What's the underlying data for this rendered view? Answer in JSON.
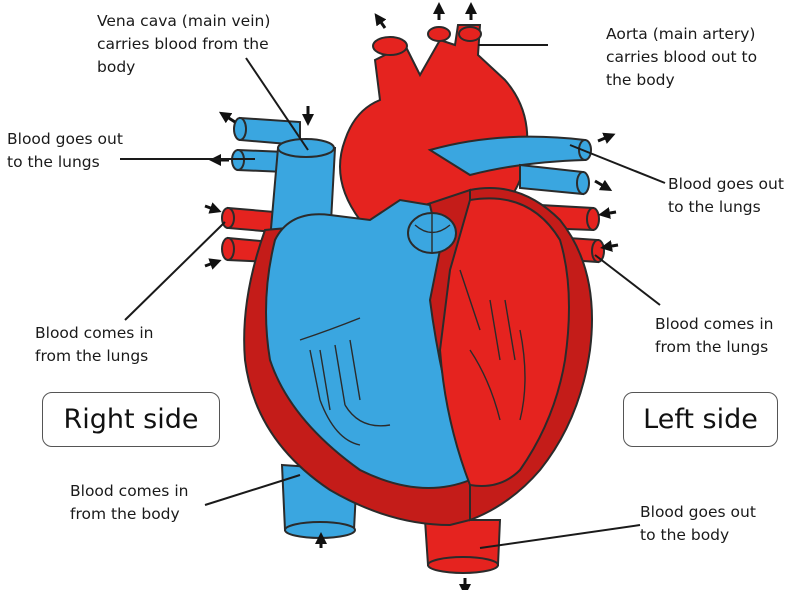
{
  "labels": {
    "vena_cava": [
      "Vena cava (main vein)",
      "carries blood from the",
      "body"
    ],
    "aorta": [
      "Aorta (main artery)",
      "carries blood out to",
      "the body"
    ],
    "lungs_out_left": [
      "Blood goes out",
      "to the lungs"
    ],
    "lungs_out_right": [
      "Blood goes out",
      "to the lungs"
    ],
    "lungs_in_left": [
      "Blood comes in",
      "from the lungs"
    ],
    "lungs_in_right": [
      "Blood comes in",
      "from the lungs"
    ],
    "body_in": [
      "Blood comes in",
      "from the body"
    ],
    "body_out": [
      "Blood goes out",
      "to the body"
    ]
  },
  "sides": {
    "right": "Right side",
    "left": "Left side"
  },
  "colors": {
    "deoxygenated": "#3aa6e0",
    "oxygenated": "#e5231f",
    "muscle": "#c41c19",
    "outline": "#2b2b2b"
  }
}
